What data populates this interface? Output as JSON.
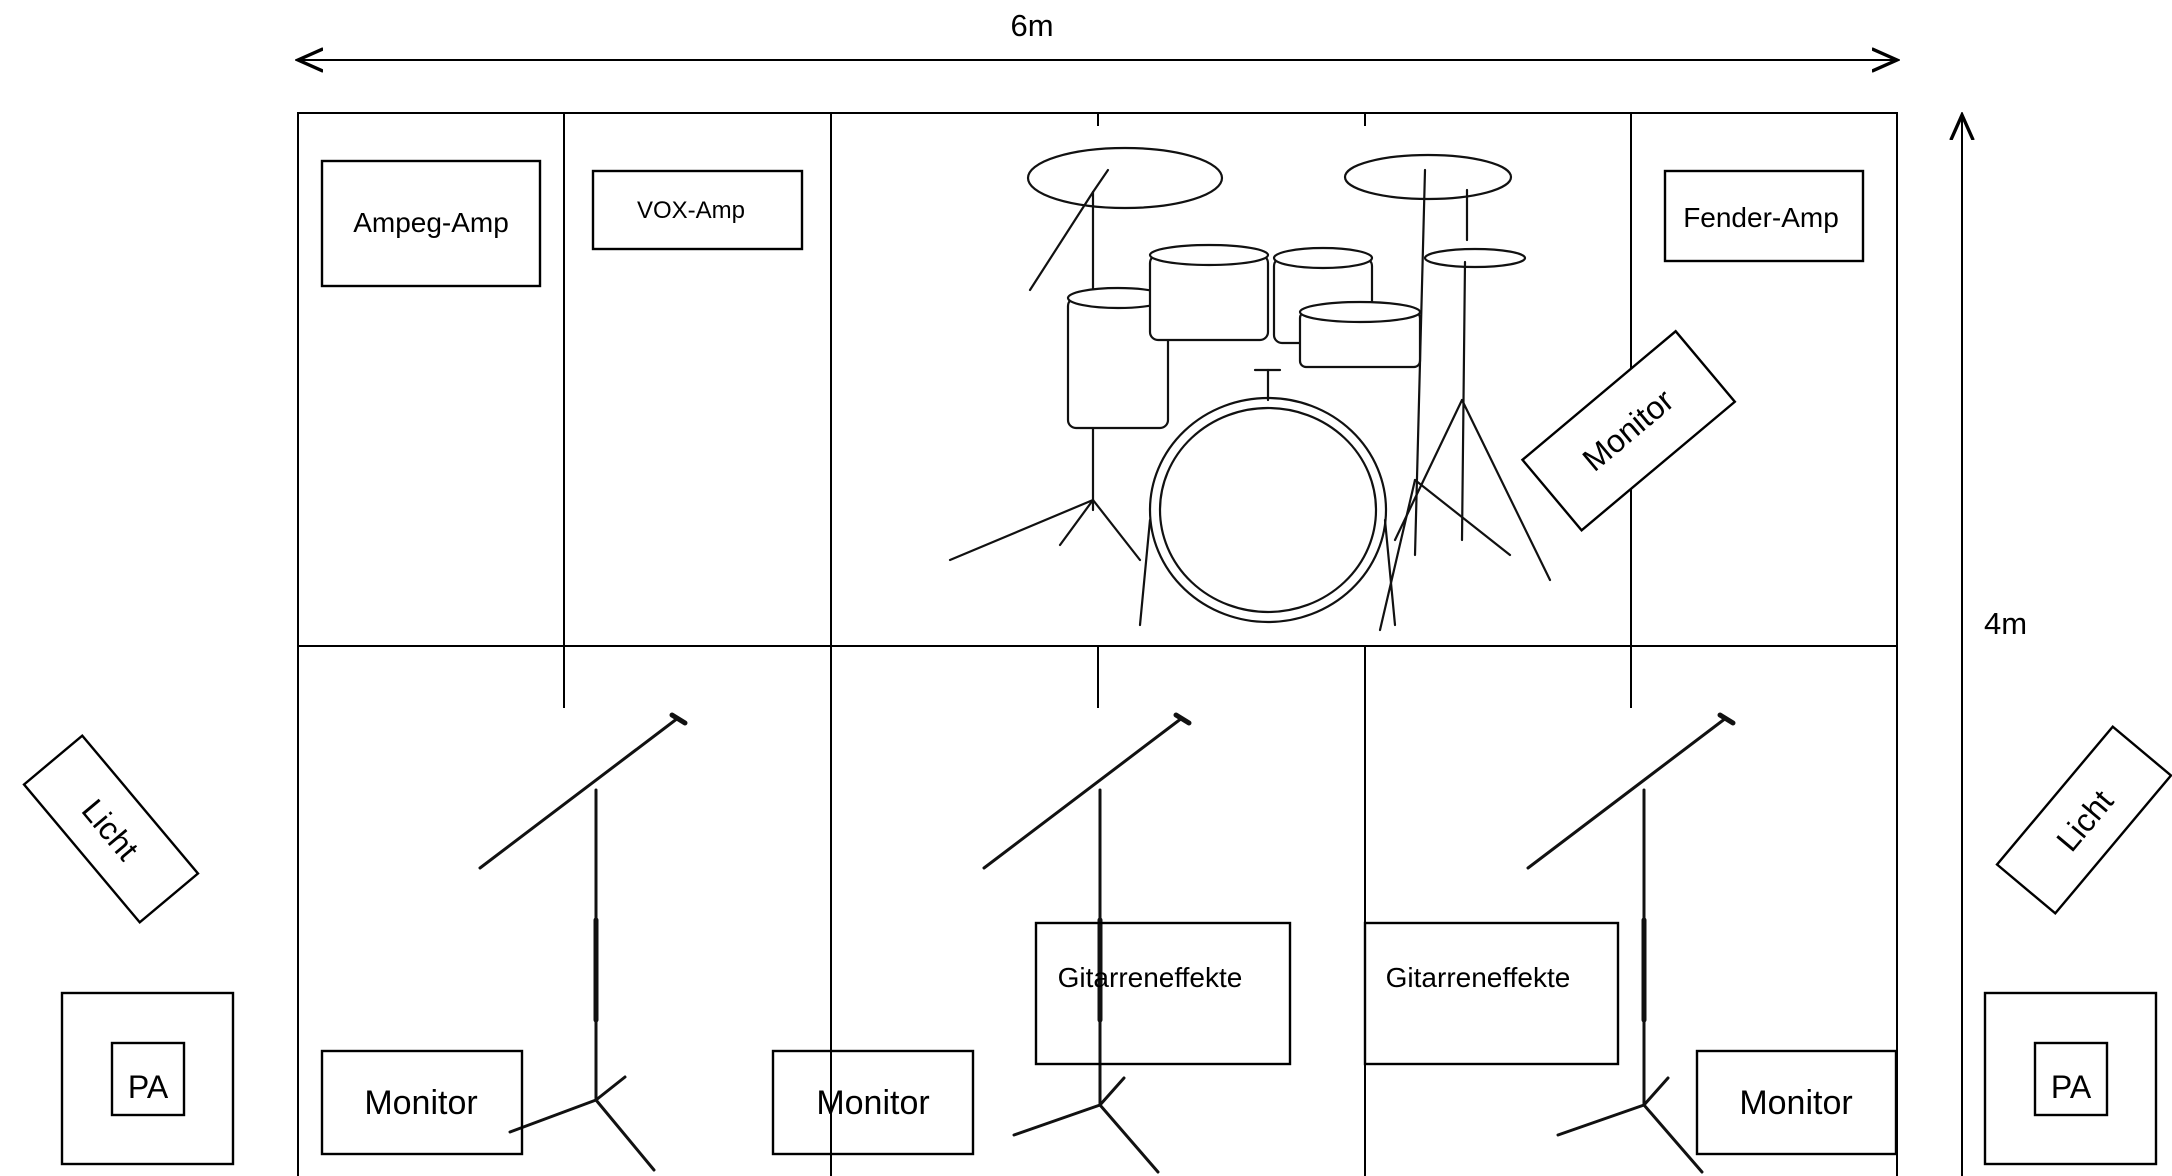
{
  "dimensions": {
    "width_label": "6m",
    "depth_label": "4m"
  },
  "amps": {
    "ampeg": "Ampeg-Amp",
    "vox": "VOX-Amp",
    "fender": "Fender-Amp"
  },
  "monitors": {
    "drum": "Monitor",
    "front_left": "Monitor",
    "front_center": "Monitor",
    "front_right": "Monitor"
  },
  "effects": {
    "center": "Gitarreneffekte",
    "right": "Gitarreneffekte"
  },
  "lights": {
    "left": "Licht",
    "right": "Licht"
  },
  "pa": {
    "left": "PA",
    "right": "PA"
  }
}
